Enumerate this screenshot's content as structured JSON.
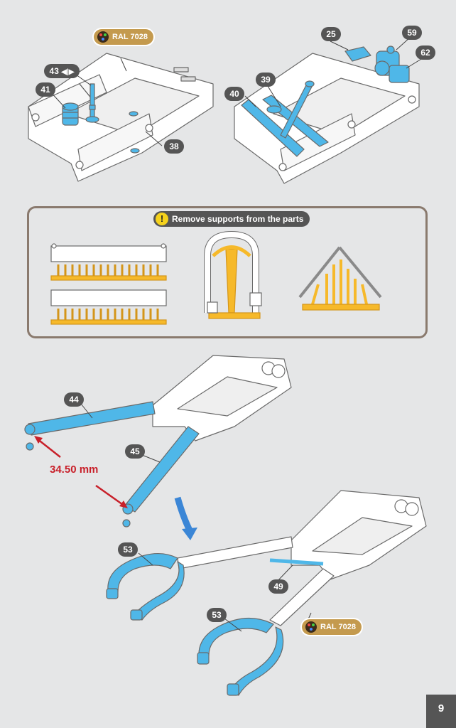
{
  "ral_label": "RAL 7028",
  "callouts": {
    "c38": "38",
    "c41": "41",
    "c43": "43",
    "c25": "25",
    "c59": "59",
    "c62": "62",
    "c39": "39",
    "c40": "40",
    "c44": "44",
    "c45": "45",
    "c53a": "53",
    "c49": "49",
    "c53b": "53"
  },
  "warning": {
    "text": "Remove supports from the parts",
    "icon": "exclamation-icon"
  },
  "measurement": "34.50 mm",
  "page_number": "9",
  "colors": {
    "part": "#4fb7e8",
    "support": "#f6b92a",
    "frame": "#ffffff",
    "badge": "#555555",
    "ral": "#c49a4e",
    "dimension": "#c8202a",
    "arrow": "#3b86d6"
  }
}
